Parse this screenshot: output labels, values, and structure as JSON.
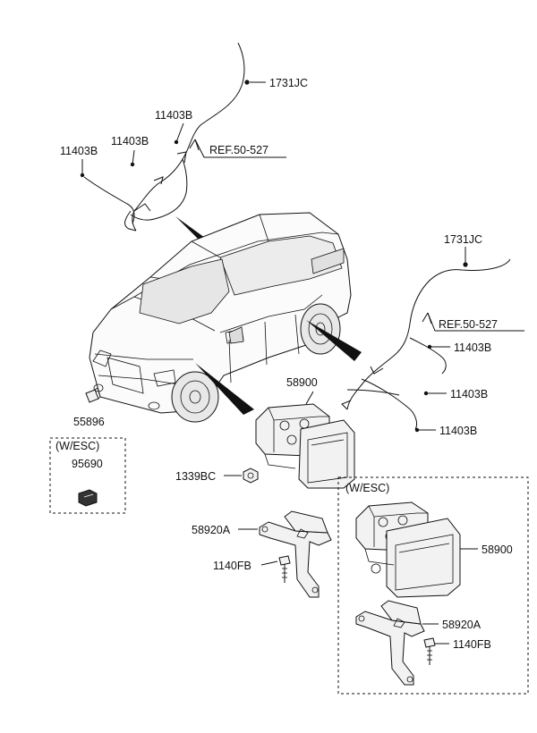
{
  "labels": {
    "harness_front_top": "1731JC",
    "ref_front": "REF.50-527",
    "clip_a": "11403B",
    "clip_b": "11403B",
    "clip_c": "11403B",
    "harness_rear_top": "1731JC",
    "ref_rear": "REF.50-527",
    "clip_rear_1": "11403B",
    "clip_rear_2": "11403B",
    "clip_rear_3": "11403B",
    "sensor": "55896",
    "esc_box_title": "(W/ESC)",
    "esc_sensor": "95690",
    "abs_unit": "58900",
    "nut": "1339BC",
    "bracket": "58920A",
    "bolt": "1140FB",
    "esc_group_title": "(W/ESC)",
    "esc_abs_unit": "58900",
    "esc_bracket": "58920A",
    "esc_bolt": "1140FB"
  }
}
